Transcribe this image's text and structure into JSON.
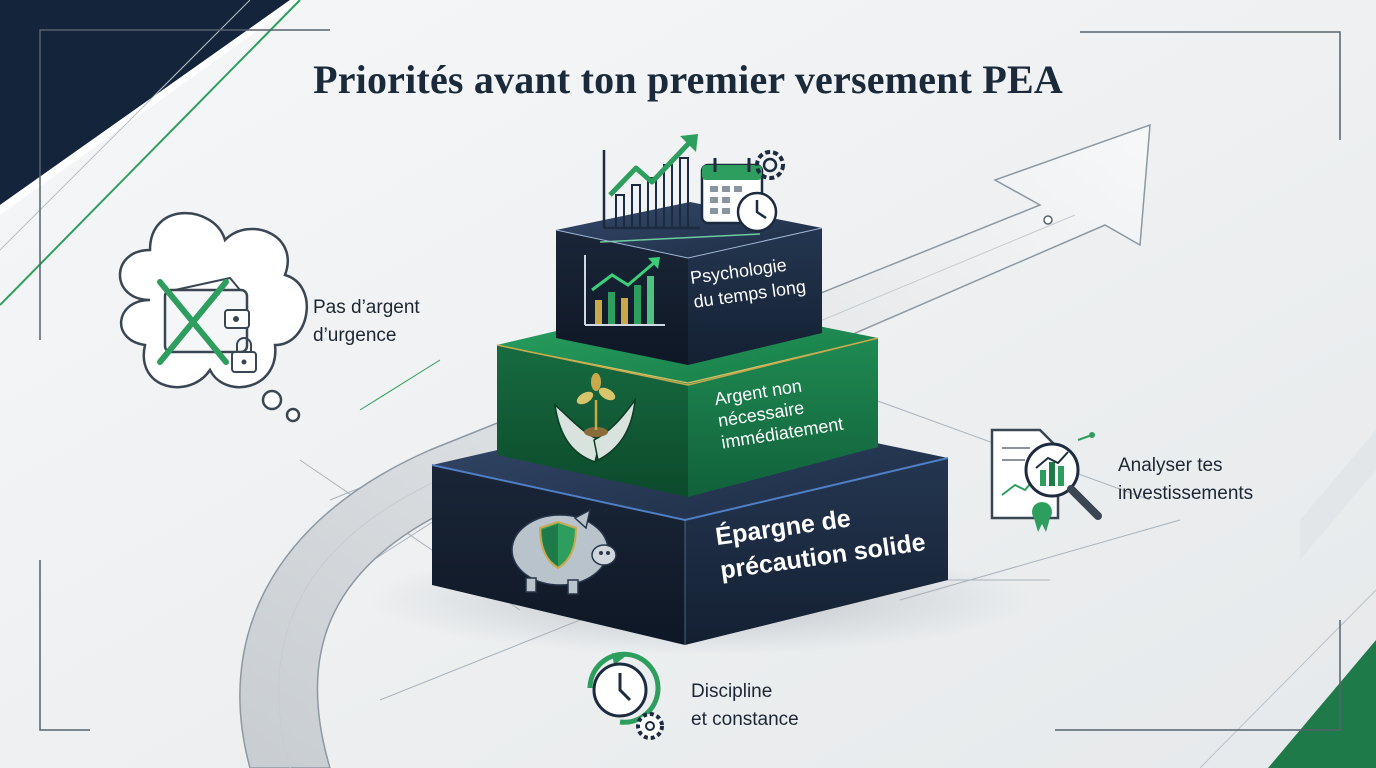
{
  "title": "Priorités avant ton premier versement PEA",
  "pyramid": {
    "top": {
      "line1": "Psychologie",
      "line2": "du temps long",
      "icon": "growth-chart-icon"
    },
    "middle": {
      "line1": "Argent non",
      "line2": "nécessaire",
      "line3": "immédiatement",
      "icon": "plant-hands-icon"
    },
    "base": {
      "line1": "Épargne de",
      "line2": "précaution solide",
      "icon": "piggy-bank-shield-icon"
    },
    "crown_icons": [
      "rising-chart-icon",
      "calendar-clock-icon",
      "gear-icon"
    ]
  },
  "callouts": {
    "left": {
      "line1": "Pas d’argent",
      "line2": "d’urgence",
      "icon": "crossed-wallet-icon"
    },
    "right": {
      "line1": "Analyser tes",
      "line2": "investissements",
      "icon": "magnifier-report-icon"
    },
    "bottom": {
      "line1": "Discipline",
      "line2": "et constance",
      "icon": "clock-gear-icon"
    }
  },
  "colors": {
    "navy": "#1c2b3f",
    "green": "#1f7a4a",
    "accent_green": "#2e9e5e",
    "gold": "#c9a94b",
    "text": "#1d2733"
  }
}
